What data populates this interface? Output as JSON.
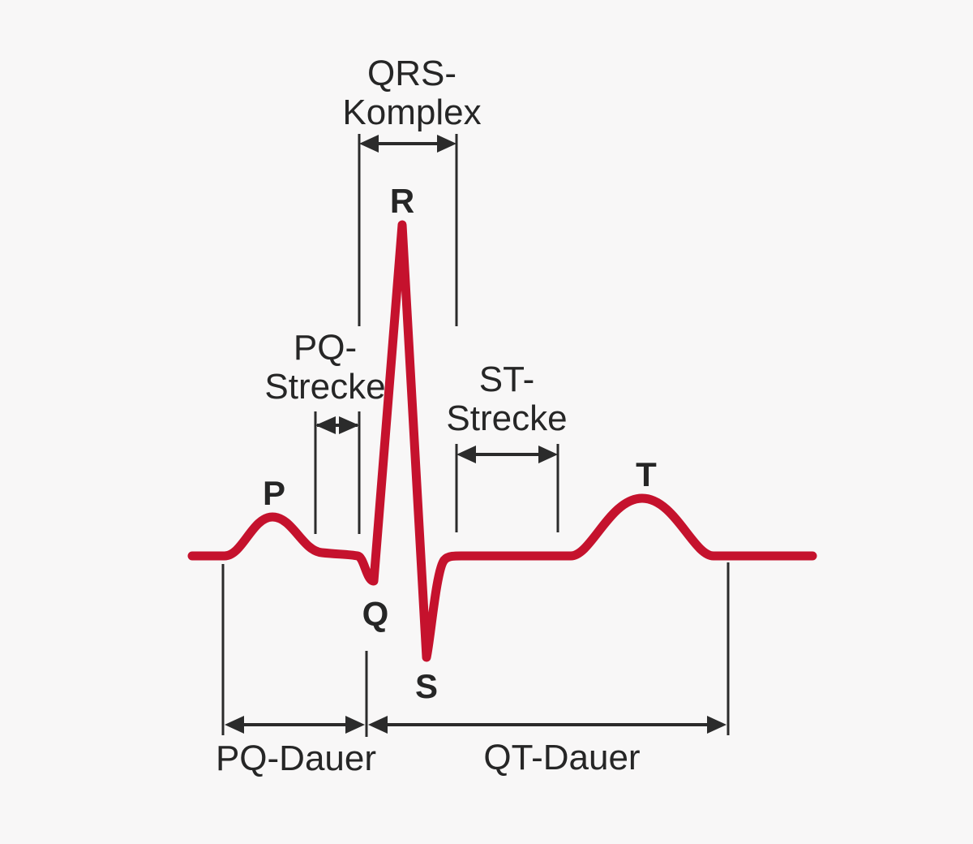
{
  "colors": {
    "background": "#f8f7f7",
    "trace": "#c5122d",
    "line": "#2b2b2b",
    "text": "#262626"
  },
  "wave_labels": {
    "p": "P",
    "q": "Q",
    "r": "R",
    "s": "S",
    "t": "T"
  },
  "interval_labels": {
    "qrs_complex": {
      "line1": "QRS-",
      "line2": "Komplex"
    },
    "pq_segment": {
      "line1": "PQ-",
      "line2": "Strecke"
    },
    "st_segment": {
      "line1": "ST-",
      "line2": "Strecke"
    },
    "pq_duration": "PQ-Dauer",
    "qt_duration": "QT-Dauer"
  }
}
